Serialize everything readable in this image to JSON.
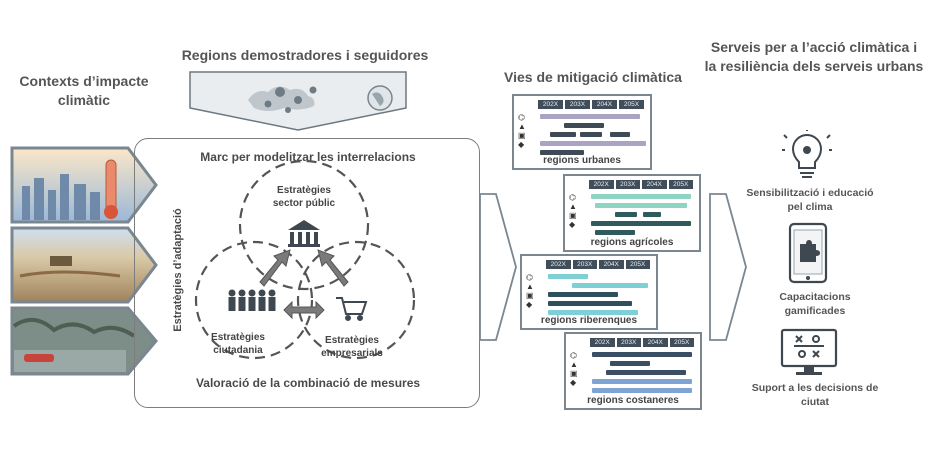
{
  "headers": {
    "contexts": "Contexts d’impacte climàtic",
    "regions": "Regions demostradores i seguidores",
    "mitigation": "Vies de mitigació climàtica",
    "services": "Serveis per a l’acció climàtica i la resiliència dels serveis urbans"
  },
  "framework": {
    "top_label": "Marc per modelitzar les interrelacions",
    "bottom_label": "Valoració de la combinació de mesures",
    "side_label": "Estratègies d’adaptació",
    "public": "Estratègies sector públic",
    "citizens": "Estratègies ciutadania",
    "business": "Estratègies empresarials"
  },
  "years": [
    "202X",
    "203X",
    "204X",
    "205X"
  ],
  "regions": [
    {
      "label": "regions urbanes"
    },
    {
      "label": "regions agrícoles"
    },
    {
      "label": "regions riberenques"
    },
    {
      "label": "regions costaneres"
    }
  ],
  "services": [
    {
      "icon": "lightbulb-icon",
      "label": "Sensibilització i educació pel clima"
    },
    {
      "icon": "tablet-puzzle-icon",
      "label": "Capacitacions gamificades"
    },
    {
      "icon": "monitor-tictactoe-icon",
      "label": "Suport a les decisions de ciutat"
    }
  ],
  "colors": {
    "urban": "#a9a3c4",
    "urban_dark": "#3e4a55",
    "agri": "#8fd3c3",
    "agri_dark": "#2f5a5e",
    "river": "#7fd0d6",
    "river_dark": "#2f4f5d",
    "coast": "#7fa4d4",
    "coast_dark": "#3a4e64"
  }
}
